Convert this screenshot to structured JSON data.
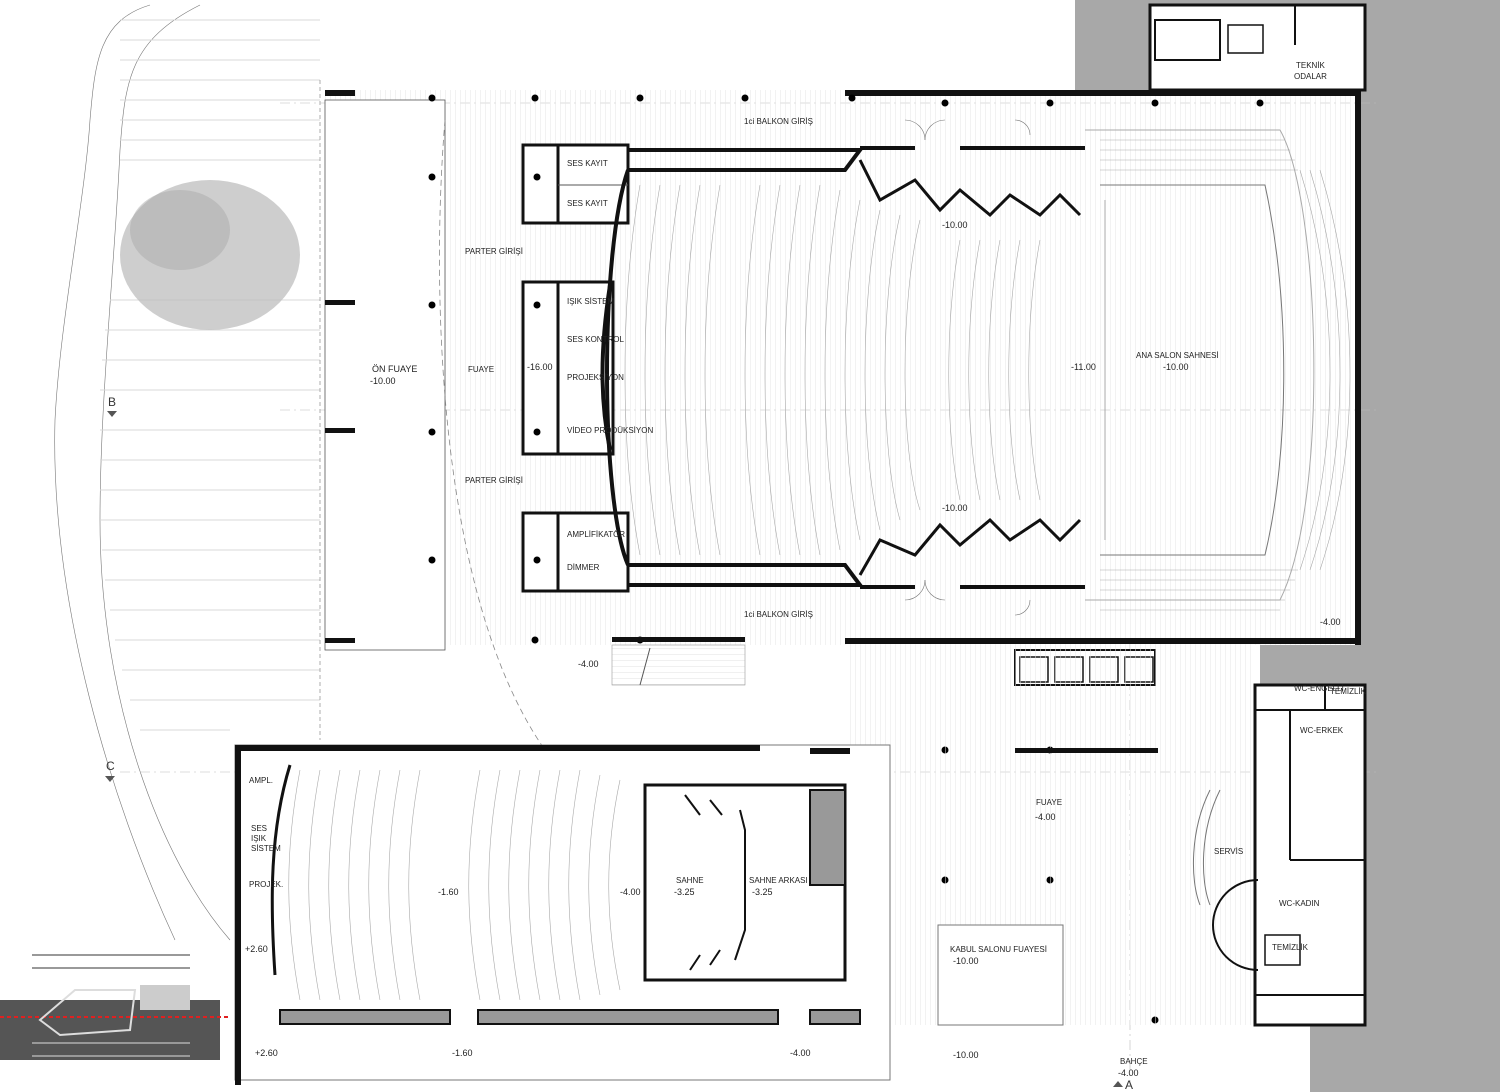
{
  "labels": {
    "on_fuaye": "ÖN FUAYE",
    "on_fuaye_level": "-10.00",
    "fuaye_main": "FUAYE",
    "level_16": "-16.00",
    "parter_1": "PARTER GİRİŞİ",
    "parter_2": "PARTER GİRİŞİ",
    "balkon_1": "1ci BALKON GİRİŞ",
    "balkon_2": "1ci BALKON GİRİŞ",
    "ses_kayit_1": "SES KAYIT",
    "ses_kayit_2": "SES KAYIT",
    "isik_sistem": "IŞIK SİSTEM",
    "ses_kontrol": "SES KONTROL",
    "projeksiyon": "PROJEKSİYON",
    "video": "VİDEO PRODÜKSİYON",
    "amplifikator": "AMPLİFİKATÖR",
    "dimmer": "DİMMER",
    "level_10_top": "-10.00",
    "level_10_bottom": "-10.00",
    "level_11": "-11.00",
    "ana_salon": "ANA SALON SAHNESİ",
    "ana_salon_level": "-10.00",
    "teknik": "TEKNİK",
    "odalar": "ODALAR",
    "level_4_right": "-4.00",
    "level_4_stair": "-4.00",
    "fuaye_lower": "FUAYE",
    "fuaye_lower_level": "-4.00",
    "servis": "SERVİS",
    "wc_engelli": "WC-ENGELLİ",
    "temizlik_1": "TEMİZLİK",
    "wc_erkek": "WC-ERKEK",
    "wc_kadin": "WC-KADIN",
    "temizlik_2": "TEMİZLİK",
    "kabul": "KABUL SALONU FUAYESİ",
    "kabul_level": "-10.00",
    "level_10_gate": "-10.00",
    "bahce": "BAHÇE",
    "bahce_level": "-4.00",
    "axis_a": "A",
    "axis_b": "B",
    "axis_c": "C",
    "ampl": "AMPL.",
    "ses_small": "SES",
    "isik_small": "IŞIK",
    "sistem_small": "SİSTEM",
    "projek": "PROJEK.",
    "level_260_a": "+2.60",
    "level_260_b": "+2.60",
    "level_160_a": "-1.60",
    "level_160_b": "-1.60",
    "level_4_small_hall": "-4.00",
    "level_4_small_bottom": "-4.00",
    "sahne": "SAHNE",
    "sahne_level": "-3.25",
    "sahne_arkasi": "SAHNE ARKASI",
    "sahne_arkasi_level": "-3.25"
  },
  "colors": {
    "wall": "#111111",
    "neighbour_building": "#a8a8a8",
    "section_line": "#e02020",
    "tree": "#bdbdbd"
  }
}
